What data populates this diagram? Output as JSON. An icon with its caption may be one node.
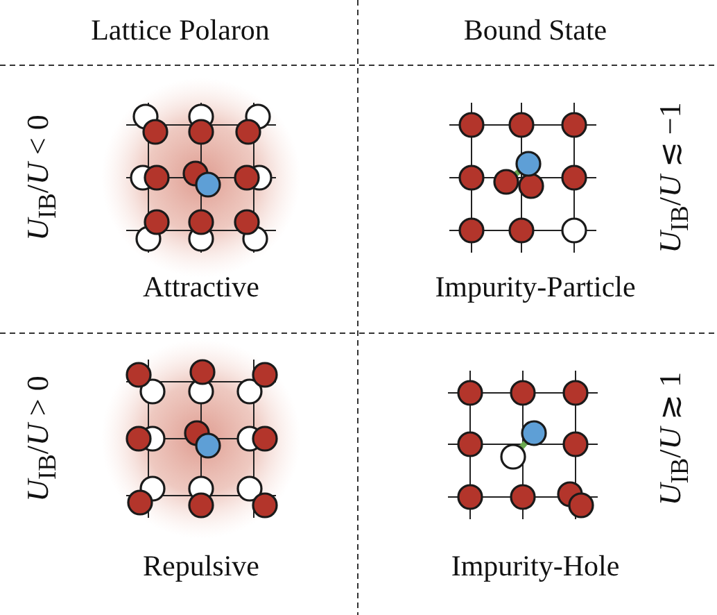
{
  "diagram": {
    "labels": [
      "Lattice Polaron",
      "Bound State",
      "*U*$_{IB}$/*U* < 0",
      "*U*$_{IB}$/*U* ≲ −1",
      "Attractive",
      "Impurity-Particle",
      "*U*$_{IB}$/*U* > 0",
      "*U*$_{IB}$/*U* ≳ 1",
      "Repulsive",
      "Impurity-Hole"
    ]
  }
}
